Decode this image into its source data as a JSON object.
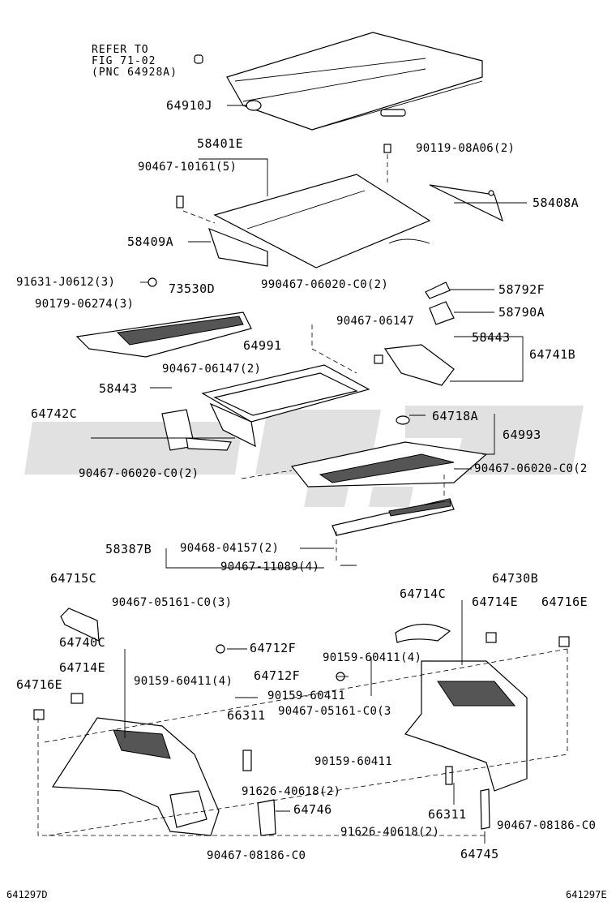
{
  "reference_note": [
    "REFER TO",
    "FIG  71-02",
    "(PNC 64928A)"
  ],
  "labels": {
    "l_64910J": "64910J",
    "l_58401E": "58401E",
    "l_90467_10161": "90467-10161(5)",
    "l_90119": "90119-08A06(2)",
    "l_58408A": "58408A",
    "l_58409A": "58409A",
    "l_91631": "91631-J0612(3)",
    "l_73530D": "73530D",
    "l_90467_06020_top": "990467-06020-C0(2)",
    "l_58792F": "58792F",
    "l_90179": "90179-06274(3)",
    "l_90467_06147_r": "90467-06147",
    "l_58790A": "58790A",
    "l_64991": "64991",
    "l_58443_r": "58443",
    "l_64741B": "64741B",
    "l_90467_06147_l": "90467-06147(2)",
    "l_58443_l": "58443",
    "l_64742C": "64742C",
    "l_64718A": "64718A",
    "l_64993": "64993",
    "l_90467_06020_l": "90467-06020-C0(2)",
    "l_90467_06020_r": "90467-06020-C0(2",
    "l_58387B": "58387B",
    "l_90468": "90468-04157(2)",
    "l_90467_11089": "90467-11089(4)",
    "l_64715C": "64715C",
    "l_64730B": "64730B",
    "l_64714C": "64714C",
    "l_90467_05161_top": "90467-05161-C0(3)",
    "l_64714E_r": "64714E",
    "l_64716E_r": "64716E",
    "l_64740C": "64740C",
    "l_64712F_top": "64712F",
    "l_64714E_l": "64714E",
    "l_90159_60411_r": "90159-60411(4)",
    "l_64716E_l": "64716E",
    "l_90159_60411_l": "90159-60411(4)",
    "l_64712F_mid": "64712F",
    "l_90159_60411_c": "90159-60411",
    "l_66311_l": "66311",
    "l_90467_05161_c": "90467-05161-C0(3",
    "l_90159_60411_b": "90159-60411",
    "l_91626_l": "91626-40618(2)",
    "l_64746": "64746",
    "l_66311_r": "66311",
    "l_91626_r": "91626-40618(2)",
    "l_90467_08186_r": "90467-08186-C0",
    "l_90467_08186_l": "90467-08186-C0",
    "l_64745": "64745"
  },
  "footer": {
    "left": "641297D",
    "right": "641297E"
  },
  "colors": {
    "ink": "#000000",
    "watermark": "#c8c8c8",
    "background": "#ffffff"
  }
}
